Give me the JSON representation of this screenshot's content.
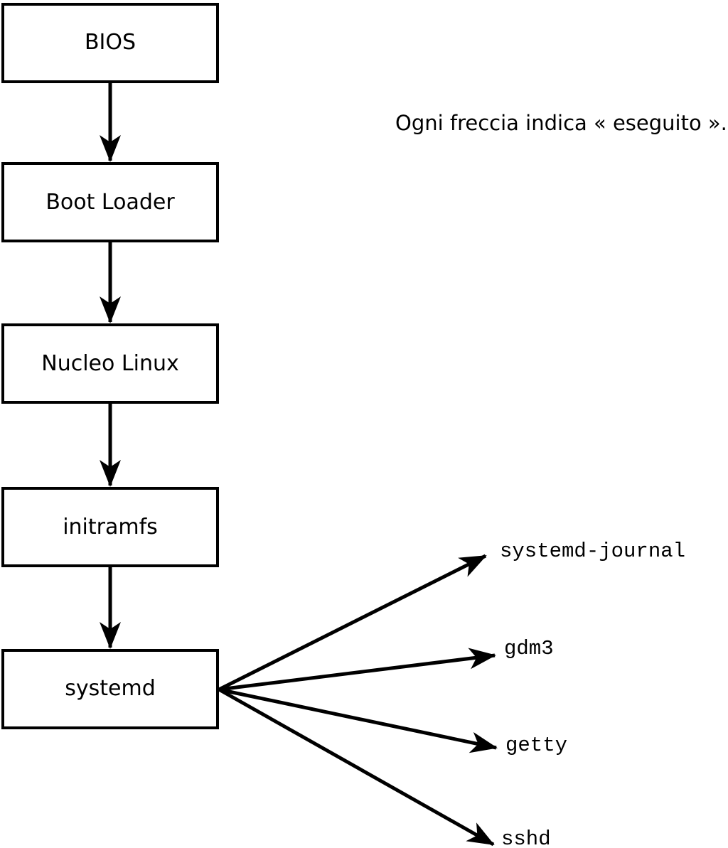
{
  "diagram": {
    "annotation": "Ogni freccia indica « eseguito ».",
    "boot_chain": [
      {
        "label": "BIOS"
      },
      {
        "label": "Boot Loader"
      },
      {
        "label": "Nucleo Linux"
      },
      {
        "label": "initramfs"
      },
      {
        "label": "systemd"
      }
    ],
    "services": [
      {
        "label": "systemd-journal"
      },
      {
        "label": "gdm3"
      },
      {
        "label": "getty"
      },
      {
        "label": "sshd"
      }
    ],
    "colors": {
      "stroke": "#000000",
      "box_fill": "#ffffff",
      "background": "#ffffff"
    }
  }
}
